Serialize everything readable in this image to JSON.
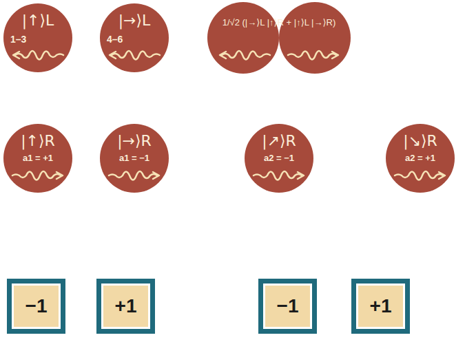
{
  "diagram": {
    "nodes": [
      {
        "text": [
          "|↑⟩L",
          "1–3"
        ]
      },
      {
        "text": [
          "|→⟩L",
          "4–6"
        ]
      },
      {
        "text": [
          "1/√2 (|→⟩L |↑⟩R + |↑⟩L |→⟩R)"
        ]
      },
      {
        "text": [
          "|↑⟩R",
          "a1 = +1"
        ]
      },
      {
        "text": [
          "|→⟩R",
          "a1 = −1"
        ]
      },
      {
        "text": [
          "|↗⟩R",
          "a2 = −1"
        ]
      },
      {
        "text": [
          "|↘⟩R",
          "a2 = +1"
        ]
      },
      {
        "text": [
          "−1"
        ]
      },
      {
        "text": [
          "+1"
        ]
      },
      {
        "text": [
          "−1"
        ]
      },
      {
        "text": [
          "+1"
        ]
      }
    ]
  }
}
